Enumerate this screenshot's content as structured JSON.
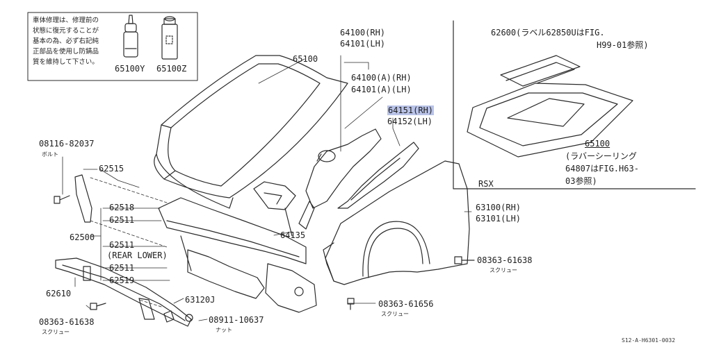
{
  "notice": {
    "lines": [
      "車体修理は、修理前の",
      "状態に復元することが",
      "基本の為、必ず右記純",
      "正部品を使用し防錆品",
      "質を維持して下さい。"
    ]
  },
  "products": {
    "p1": "65100Y",
    "p2": "65100Z"
  },
  "labels": {
    "l64100": "64100(RH)",
    "l64101": "64101(LH)",
    "l65100": "65100",
    "l64100a": "64100(A)(RH)",
    "l64101a": "64101(A)(LH)",
    "l64151": "64151(RH)",
    "l64152": "64152(LH)",
    "l08116": "08116-82037",
    "bolt": "ボルト",
    "l62515": "62515",
    "l62518": "62518",
    "l62511a": "62511",
    "l62500": "62500",
    "l62511b": "62511",
    "rearLower": "(REAR LOWER)",
    "l62511c": "62511",
    "l62519": "62519",
    "l62610": "62610",
    "l08363a": "08363-61638",
    "screwA": "スクリュー",
    "l64135": "64135",
    "l63100": "63100(RH)",
    "l63101": "63101(LH)",
    "l08363b": "08363-61638",
    "screwB": "スクリュー",
    "l63120": "63120J",
    "l08363c": "08363-61656",
    "screwC": "スクリュー",
    "l08911": "08911-10637",
    "nut": "ナット"
  },
  "inset": {
    "l62600": "62600(ラベル62850UはFIG.",
    "l62600b": "H99-01参照)",
    "l65100r": "65100",
    "seal1": "(ラバーシーリング",
    "seal2": "64807はFIG.H63-",
    "seal3": "03参照)",
    "variant": "RSX"
  },
  "ref": "S12-A-H6301-0032"
}
